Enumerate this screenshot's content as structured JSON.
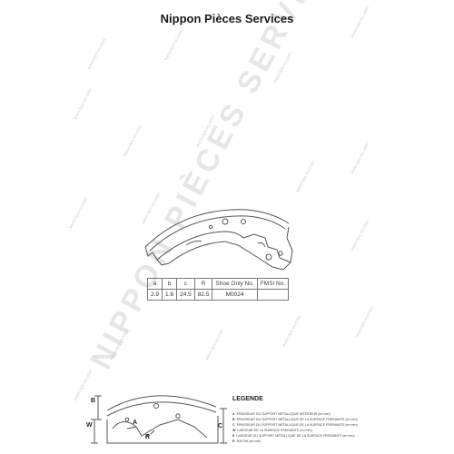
{
  "header": {
    "title": "Nippon Pièces Services"
  },
  "watermark": {
    "big_text": "NIPPON PIÈCES SERVICES",
    "small_text": "www.nps-eu.com"
  },
  "spec_table": {
    "headers": [
      "a",
      "b",
      "c",
      "R",
      "Shoe Only No.",
      "FMSI No."
    ],
    "rows": [
      [
        "2.9",
        "1.6",
        "24.5",
        "82.5",
        "M0024",
        ""
      ]
    ]
  },
  "diagram_labels": {
    "B": "B",
    "W": "W",
    "A": "A",
    "R": "R",
    "C": "C"
  },
  "legend": {
    "title": "LEGENDE",
    "items": [
      {
        "letter": "A",
        "text": "ÉPAISSEUR DU SUPPORT MÉTALLIQUE INTÉRIEUR (en mm)"
      },
      {
        "letter": "B",
        "text": "ÉPAISSEUR DU SUPPORT MÉTALLIQUE DE LA SURFACE FREINANTE (en mm)"
      },
      {
        "letter": "C",
        "text": "ÉPAISSEUR DU SUPPORT MÉTALLIQUE DE LA SURFACE FREINANTE (en mm)"
      },
      {
        "letter": "W",
        "text": "LARGEUR DE LA SURFACE FREINANTE (en mm)"
      },
      {
        "letter": "E",
        "text": "LARGEUR DU SUPPORT MÉTALLIQUE DE LA SURFACE FREINANTE (en mm)"
      },
      {
        "letter": "R",
        "text": "RAYON (en mm)"
      }
    ]
  }
}
